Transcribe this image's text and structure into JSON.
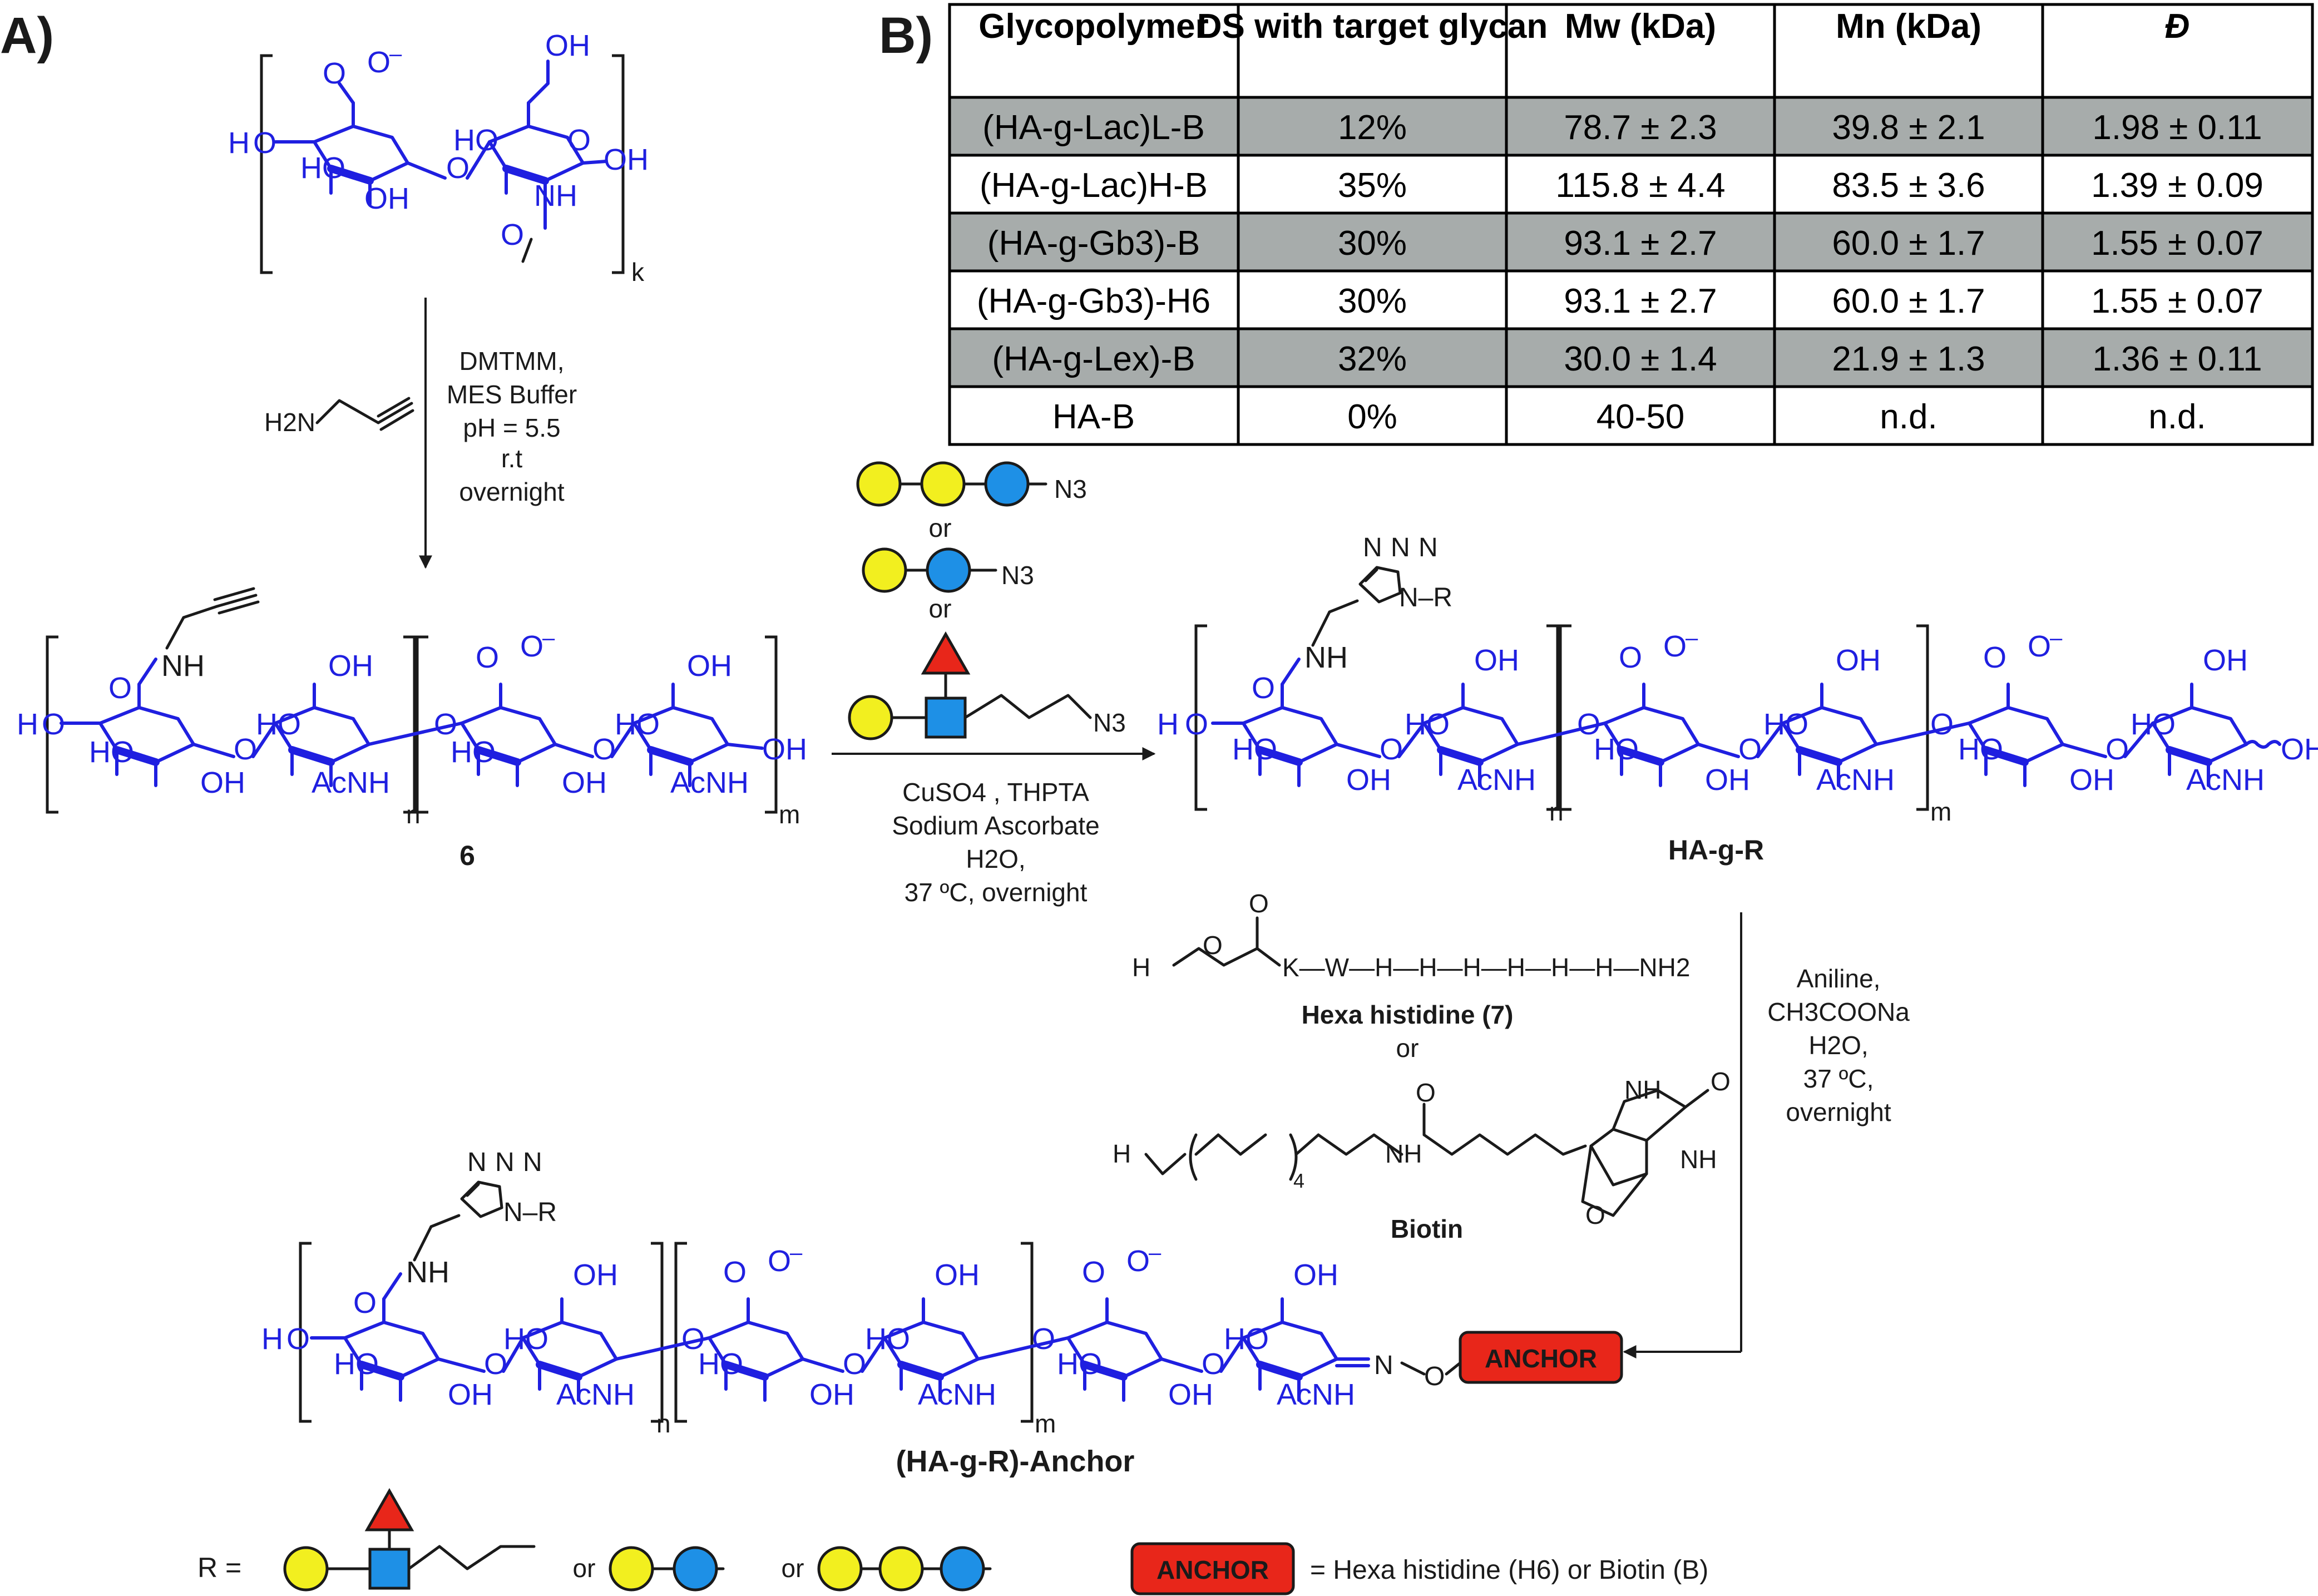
{
  "panels": {
    "a_label": "A)",
    "b_label": "B)"
  },
  "table": {
    "headers": [
      "Glycopolymer",
      "DS with target glycan",
      "Mw (kDa)",
      "Mn (kDa)",
      "Đ"
    ],
    "rows": [
      {
        "name": "(HA-g-Lac)L-B",
        "ds": "12%",
        "mw": "78.7 ± 2.3",
        "mn": "39.8 ± 2.1",
        "d": "1.98 ± 0.11",
        "shaded": true
      },
      {
        "name": "(HA-g-Lac)H-B",
        "ds": "35%",
        "mw": "115.8 ± 4.4",
        "mn": "83.5 ± 3.6",
        "d": "1.39 ± 0.09",
        "shaded": false
      },
      {
        "name": "(HA-g-Gb3)-B",
        "ds": "30%",
        "mw": "93.1 ± 2.7",
        "mn": "60.0 ± 1.7",
        "d": "1.55 ± 0.07",
        "shaded": true
      },
      {
        "name": "(HA-g-Gb3)-H6",
        "ds": "30%",
        "mw": "93.1 ± 2.7",
        "mn": "60.0 ± 1.7",
        "d": "1.55 ± 0.07",
        "shaded": false
      },
      {
        "name": "(HA-g-Lex)-B",
        "ds": "32%",
        "mw": "30.0 ± 1.4",
        "mn": "21.9 ± 1.3",
        "d": "1.36 ± 0.11",
        "shaded": true
      },
      {
        "name": "HA-B",
        "ds": "0%",
        "mw": "40-50",
        "mn": "n.d.",
        "d": "n.d.",
        "shaded": false
      }
    ]
  },
  "step1": {
    "reagent": "H2N",
    "conditions": [
      "DMTMM,",
      "MES Buffer",
      "pH = 5.5",
      "r.t",
      "overnight"
    ],
    "product_label": "6"
  },
  "step2": {
    "azide": "N3",
    "or": "or",
    "conditions": [
      "CuSO4 , THPTA",
      "Sodium Ascorbate",
      "H2O,",
      "37 ºC, overnight"
    ],
    "product_label": "HA-g-R"
  },
  "step3": {
    "hexa_label": "Hexa histidine (7)",
    "hexa_chain": "K—W—H—H—H—H—H—H—NH2",
    "or": "or",
    "biotin_label": "Biotin",
    "conditions": [
      "Aniline,",
      "CH3COONa",
      "H2O,",
      "37 ºC,",
      "overnight"
    ],
    "product_label": "(HA-g-R)-Anchor"
  },
  "anchor": {
    "box_text": "ANCHOR",
    "legend": "= Hexa histidine (H6) or Biotin (B)"
  },
  "r_legend": {
    "prefix": "R =",
    "or": "or"
  },
  "atoms": {
    "H": "H",
    "O": "O",
    "OH": "OH",
    "HO": "HO",
    "NH": "NH",
    "AcNH": "AcNH",
    "N": "N",
    "R": "N–R",
    "k": "k",
    "n": "n",
    "m": "m",
    "minus": "–",
    "four": "4"
  },
  "colors": {
    "sugar_blue": "#1f1fe0",
    "glc_blue": "#1e90e6",
    "gal_yellow": "#f2ef1f",
    "fuc_red": "#e8261a",
    "anchor_red": "#e8261a",
    "table_shade": "#a7acab"
  }
}
